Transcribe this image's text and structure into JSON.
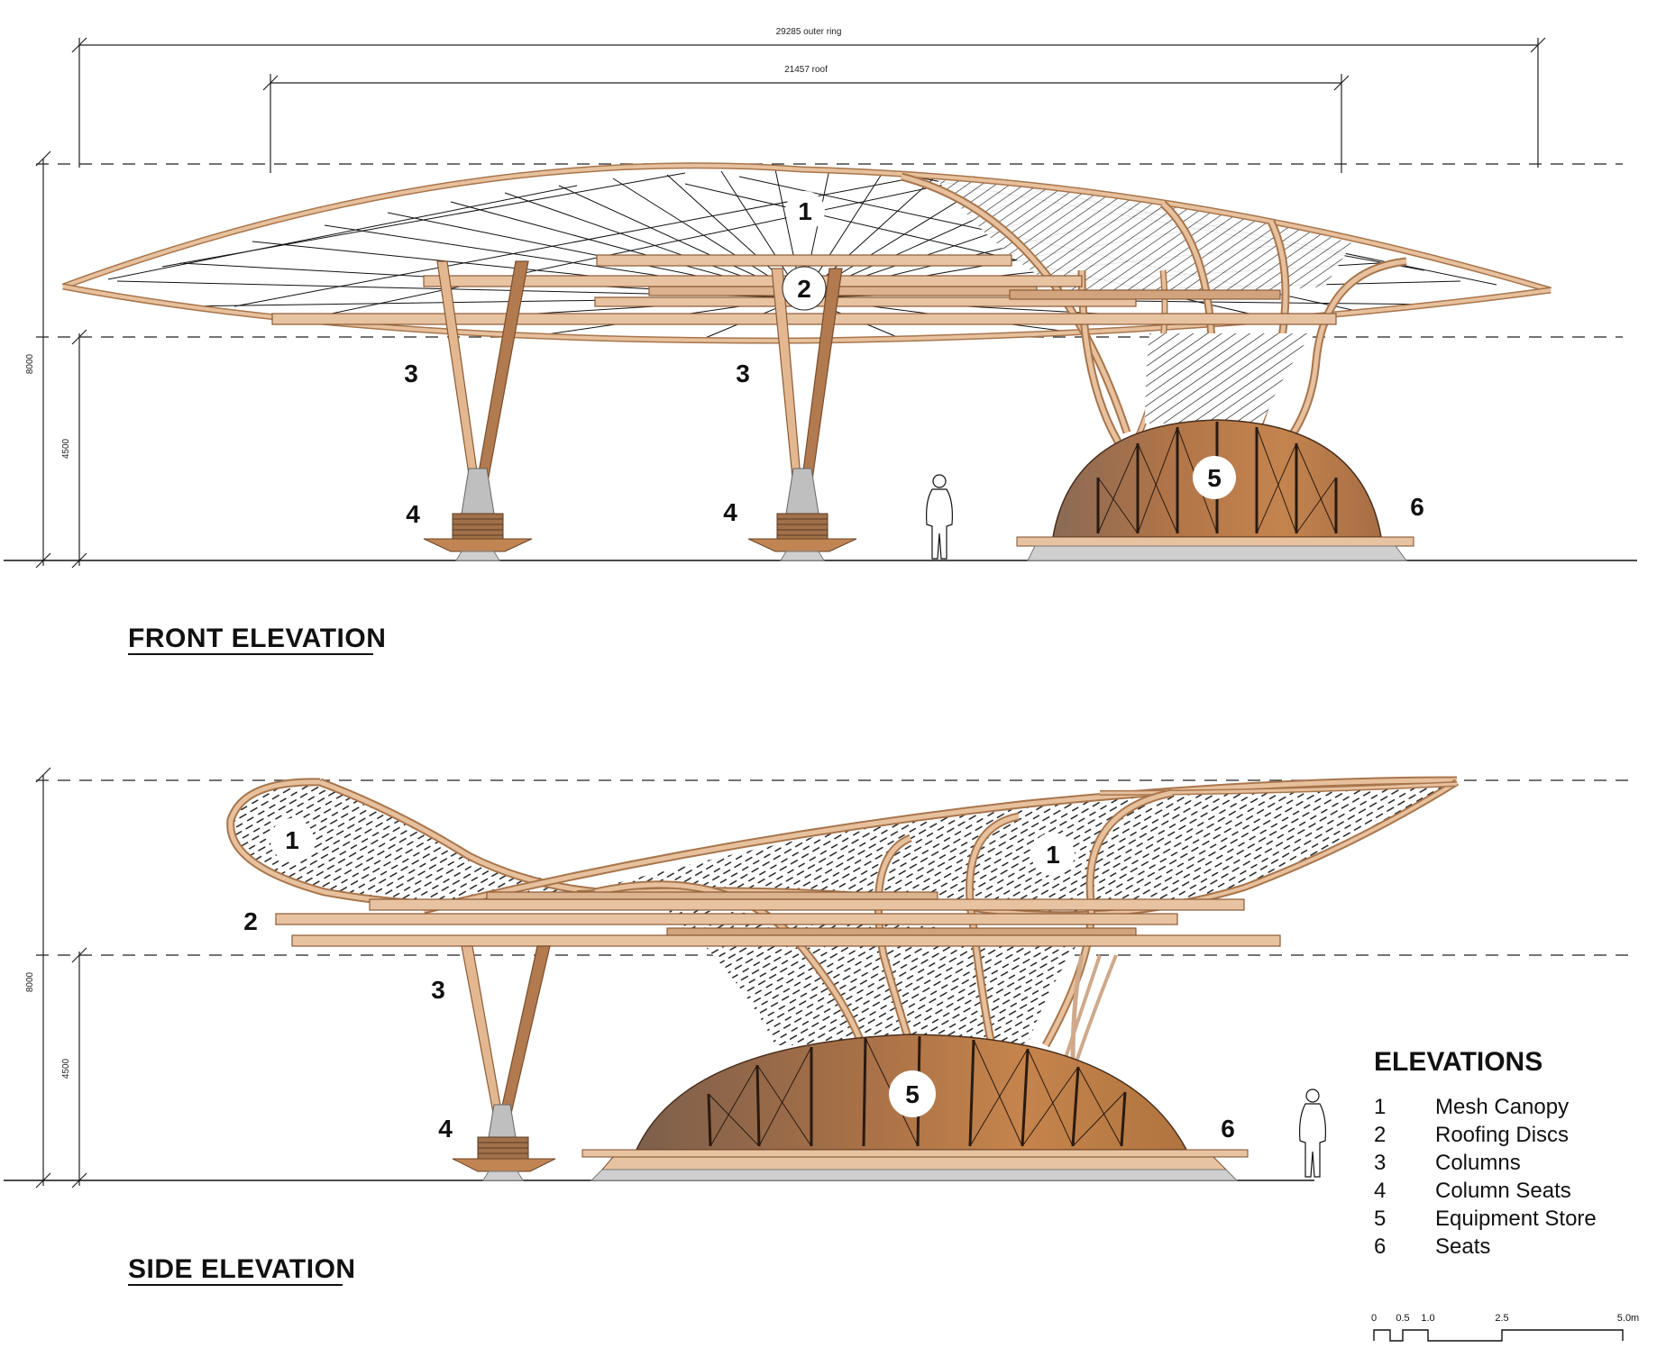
{
  "dimensions": {
    "outer_ring": "29285 outer ring",
    "roof": "21457 roof",
    "height_total": "8000",
    "height_lower": "4500"
  },
  "front_elevation": {
    "title": "FRONT ELEVATION",
    "tags": {
      "canopy": "1",
      "discs": "2",
      "column_left": "3",
      "column_mid": "3",
      "seat_left": "4",
      "seat_mid": "4",
      "store": "5",
      "seats": "6"
    }
  },
  "side_elevation": {
    "title": "SIDE ELEVATION",
    "tags": {
      "canopy_left": "1",
      "canopy_right": "1",
      "discs": "2",
      "column": "3",
      "seat": "4",
      "store": "5",
      "seats": "6"
    },
    "height_total": "8000",
    "height_lower": "4500"
  },
  "legend": {
    "title": "ELEVATIONS",
    "items": [
      {
        "num": "1",
        "label": "Mesh Canopy"
      },
      {
        "num": "2",
        "label": "Roofing Discs"
      },
      {
        "num": "3",
        "label": "Columns"
      },
      {
        "num": "4",
        "label": "Column Seats"
      },
      {
        "num": "5",
        "label": "Equipment Store"
      },
      {
        "num": "6",
        "label": "Seats"
      }
    ]
  },
  "scale_bar": {
    "ticks": [
      "0",
      "0.5",
      "1.0",
      "2.5",
      "5.0m"
    ]
  },
  "colors": {
    "timber": "#e3b891",
    "timber_dark": "#b27a4f",
    "store_light": "#c98b53",
    "store_dark": "#8c6546",
    "base_grey": "#cfcfcf"
  }
}
